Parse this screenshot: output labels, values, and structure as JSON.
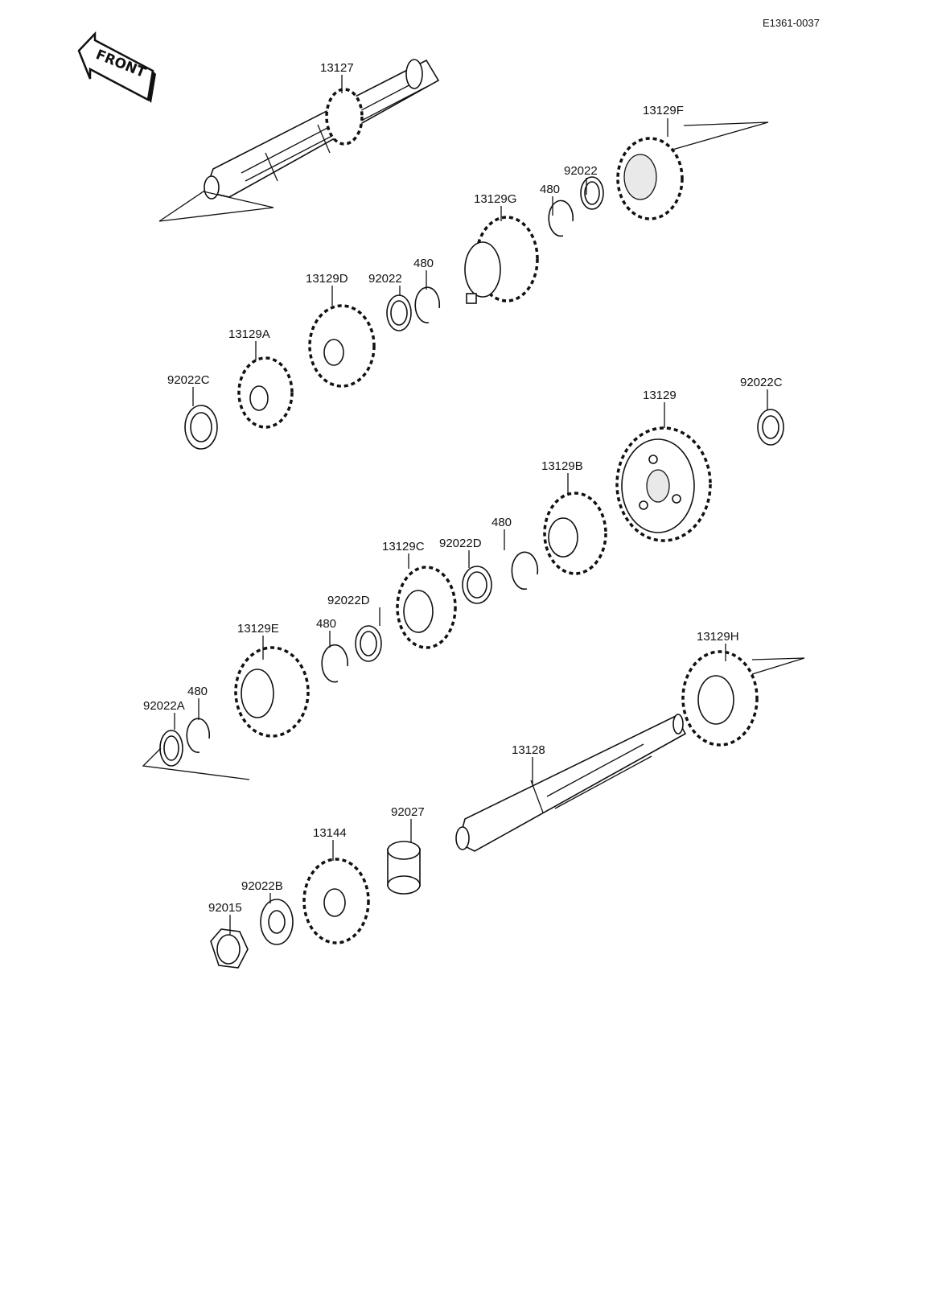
{
  "drawing_code": "E1361-0037",
  "front_arrow": {
    "label": "FRONT",
    "icon": "front-arrow-icon"
  },
  "part_labels": {
    "p13127": "13127",
    "p13129F": "13129F",
    "p92022_top": "92022",
    "p480_top": "480",
    "p13129G": "13129G",
    "p480_mid": "480",
    "p92022_mid": "92022",
    "p13129D": "13129D",
    "p13129A": "13129A",
    "p92022C_left": "92022C",
    "p92022C_right": "92022C",
    "p13129": "13129",
    "p13129B": "13129B",
    "p480_b": "480",
    "p92022D_a": "92022D",
    "p13129C": "13129C",
    "p92022D_b": "92022D",
    "p480_c": "480",
    "p13129E": "13129E",
    "p13129H": "13129H",
    "p480_d": "480",
    "p92022A": "92022A",
    "p13128": "13128",
    "p92027": "92027",
    "p13144": "13144",
    "p92022B": "92022B",
    "p92015": "92015"
  }
}
